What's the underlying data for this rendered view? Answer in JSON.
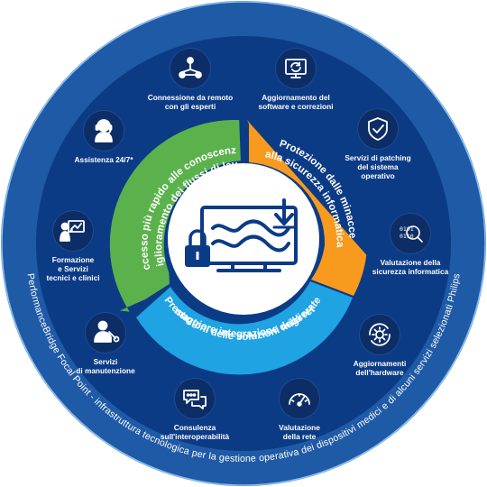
{
  "outer_caption": "PerformanceBridge Focal Point - infrastruttura tecnologica per la gestione operativa dei dispositivi medici e di alcuni servizi selezionati Philips",
  "cycle": {
    "green": "Accesso più rapido alle conoscenze\ne miglioramento dei flussi di lavoro",
    "orange": "Protezione dalle minacce\nalla sicurezza informatica",
    "blue": "Prestazioni delle soluzioni migliorate\ne maggiore integrazione della rete"
  },
  "services": [
    {
      "id": "remote",
      "label": "Connessione da remoto\ncon gli esperti",
      "icon": "network-nodes-icon"
    },
    {
      "id": "software",
      "label": "Aggiornamento del\nsoftware e correzioni",
      "icon": "monitor-refresh-icon"
    },
    {
      "id": "patching",
      "label": "Servizi di patching\ndel sistema\noperativo",
      "icon": "shield-check-icon"
    },
    {
      "id": "security",
      "label": "Valutazione della\nsicurezza informatica",
      "icon": "binary-magnifier-icon"
    },
    {
      "id": "hardware",
      "label": "Aggiornamenti\ndell'hardware",
      "icon": "gear-refresh-icon"
    },
    {
      "id": "network",
      "label": "Valutazione\ndella rete",
      "icon": "speedometer-icon"
    },
    {
      "id": "interop",
      "label": "Consulenza\nsull'interoperabilità",
      "icon": "chat-bubbles-icon"
    },
    {
      "id": "maintenance",
      "label": "Servizi\ndi manutenzione",
      "icon": "technician-wrench-icon"
    },
    {
      "id": "training",
      "label": "Formazione\ne Servizi\ntecnici e clinici",
      "icon": "presenter-board-icon"
    },
    {
      "id": "support",
      "label": "Assistenza 24/7*",
      "icon": "headset-agent-icon"
    }
  ],
  "colors": {
    "outer": "#1f5aa6",
    "inner": "#0c3b86",
    "center": "#ffffff",
    "green": "#5bb24c",
    "orange": "#f79a1e",
    "blue": "#1fa3e3",
    "icon_bg": "#0d2d66"
  }
}
